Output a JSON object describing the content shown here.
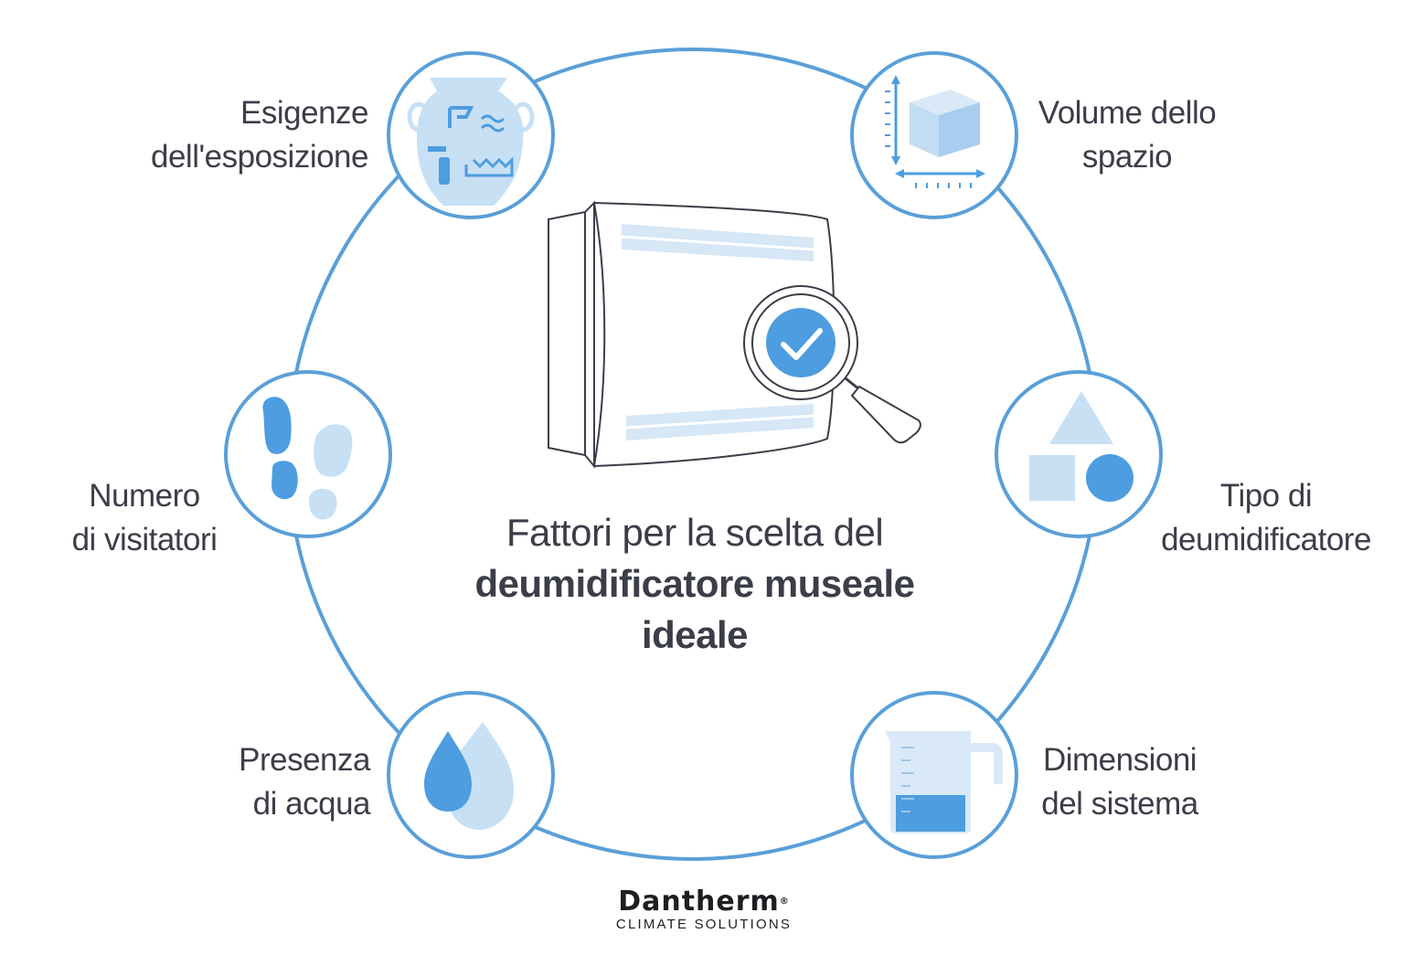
{
  "title": {
    "line1": "Fattori per la scelta del",
    "line2": "deumidificatore museale",
    "line3": "ideale"
  },
  "factors": {
    "exhibition": {
      "line1": "Esigenze",
      "line2": "dell'esposizione",
      "icon": "vase-icon"
    },
    "volume": {
      "line1": "Volume dello",
      "line2": "spazio",
      "icon": "cube-measure-icon"
    },
    "visitors": {
      "line1": "Numero",
      "line2": "di visitatori",
      "icon": "footprints-icon"
    },
    "type": {
      "line1": "Tipo di",
      "line2": "deumidificatore",
      "icon": "shapes-icon"
    },
    "water": {
      "line1": "Presenza",
      "line2": "di acqua",
      "icon": "water-drops-icon"
    },
    "size": {
      "line1": "Dimensioni",
      "line2": "del sistema",
      "icon": "measuring-jug-icon"
    }
  },
  "center_icon": "dehumidifier-magnifier-check-icon",
  "logo": {
    "brand": "Dantherm",
    "registered": "®",
    "tagline": "CLIMATE SOLUTIONS"
  },
  "colors": {
    "ring": "#5a9fd8",
    "icon_dark": "#4d9de0",
    "icon_light": "#c8e0f4",
    "text": "#3b3e48"
  }
}
